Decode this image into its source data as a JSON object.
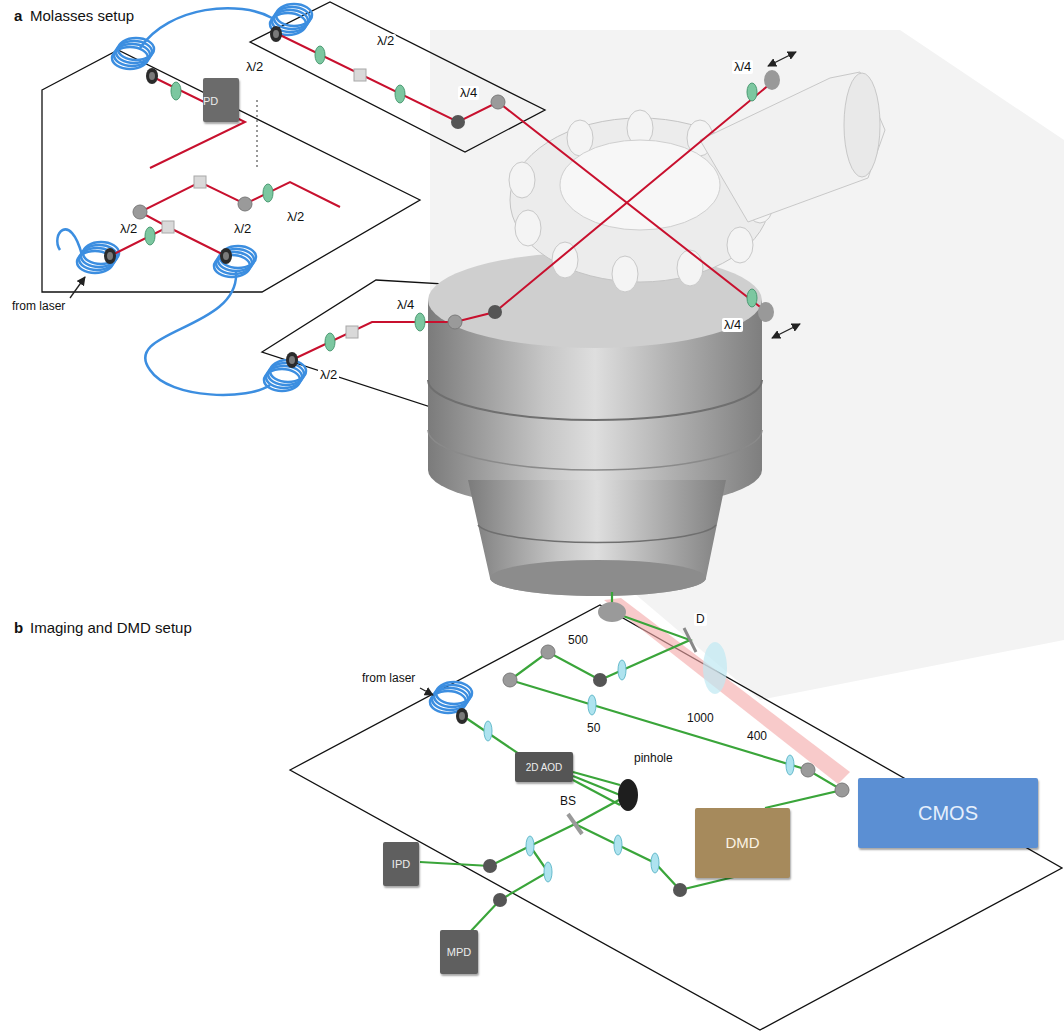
{
  "diagram": {
    "nodes": [
      {
        "text": [
          "PD"
        ]
      },
      {
        "text": [
          "2D AOD"
        ]
      },
      {
        "text": [
          "IPD"
        ]
      },
      {
        "text": [
          "MPD"
        ]
      },
      {
        "text": [
          "DMD"
        ]
      },
      {
        "text": [
          "CMOS"
        ]
      }
    ],
    "labels": [
      "a",
      "Molasses setup",
      "λ/2",
      "λ/2",
      "λ/2",
      "λ/2",
      "from laser",
      "λ/2",
      "λ/4",
      "λ/4",
      "λ/2",
      "λ/4",
      "λ/4",
      "b",
      "Imaging and DMD setup",
      "from laser",
      "D",
      "500",
      "1000",
      "50",
      "400",
      "pinhole",
      "BS"
    ]
  }
}
